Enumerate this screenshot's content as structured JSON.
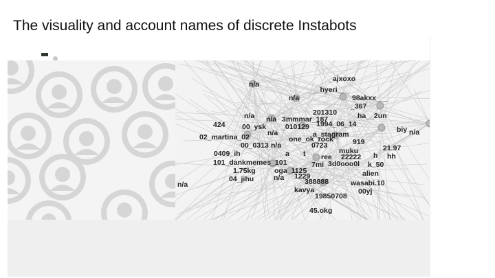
{
  "title": "The visuality and account names of discrete Instabots",
  "left_node": "n/a",
  "nodes": [
    {
      "label": "_ajxoxo"
    },
    {
      "label": "n/a"
    },
    {
      "label": "___hyeri___"
    },
    {
      "label": "98akxx___"
    },
    {
      "label": "n/a"
    },
    {
      "label": "_367"
    },
    {
      "label": "201310"
    },
    {
      "label": "n/a"
    },
    {
      "label": "n/a"
    },
    {
      "label": "3mmmar_187"
    },
    {
      "label": "ha__2un"
    },
    {
      "label": "424"
    },
    {
      "label": "00_ysk"
    },
    {
      "label": "_010129"
    },
    {
      "label": "1994_06_14"
    },
    {
      "label": "biy"
    },
    {
      "label": "n/a"
    },
    {
      "label": "n/a"
    },
    {
      "label": "a_stagram"
    },
    {
      "label": "02_martina_02"
    },
    {
      "label": "one_ok_rock"
    },
    {
      "label": "919"
    },
    {
      "label": "00_0313"
    },
    {
      "label": "n/a"
    },
    {
      "label": "0723"
    },
    {
      "label": "21.97"
    },
    {
      "label": "0409_ih"
    },
    {
      "label": "a"
    },
    {
      "label": "t"
    },
    {
      "label": "muku"
    },
    {
      "label": "ree"
    },
    {
      "label": "22222"
    },
    {
      "label": "h"
    },
    {
      "label": "hh"
    },
    {
      "label": "101_dankmemes_101"
    },
    {
      "label": "7mi"
    },
    {
      "label": "3d0ooo0l"
    },
    {
      "label": "k_50"
    },
    {
      "label": "1.75kg"
    },
    {
      "label": "oga_1125"
    },
    {
      "label": "alien"
    },
    {
      "label": "04_jihu"
    },
    {
      "label": "n/a"
    },
    {
      "label": "1229"
    },
    {
      "label": "388888"
    },
    {
      "label": "wasabi.10"
    },
    {
      "label": "kavya"
    },
    {
      "label": "00yj"
    },
    {
      "label": "19850708"
    },
    {
      "label": "45.okg"
    }
  ]
}
